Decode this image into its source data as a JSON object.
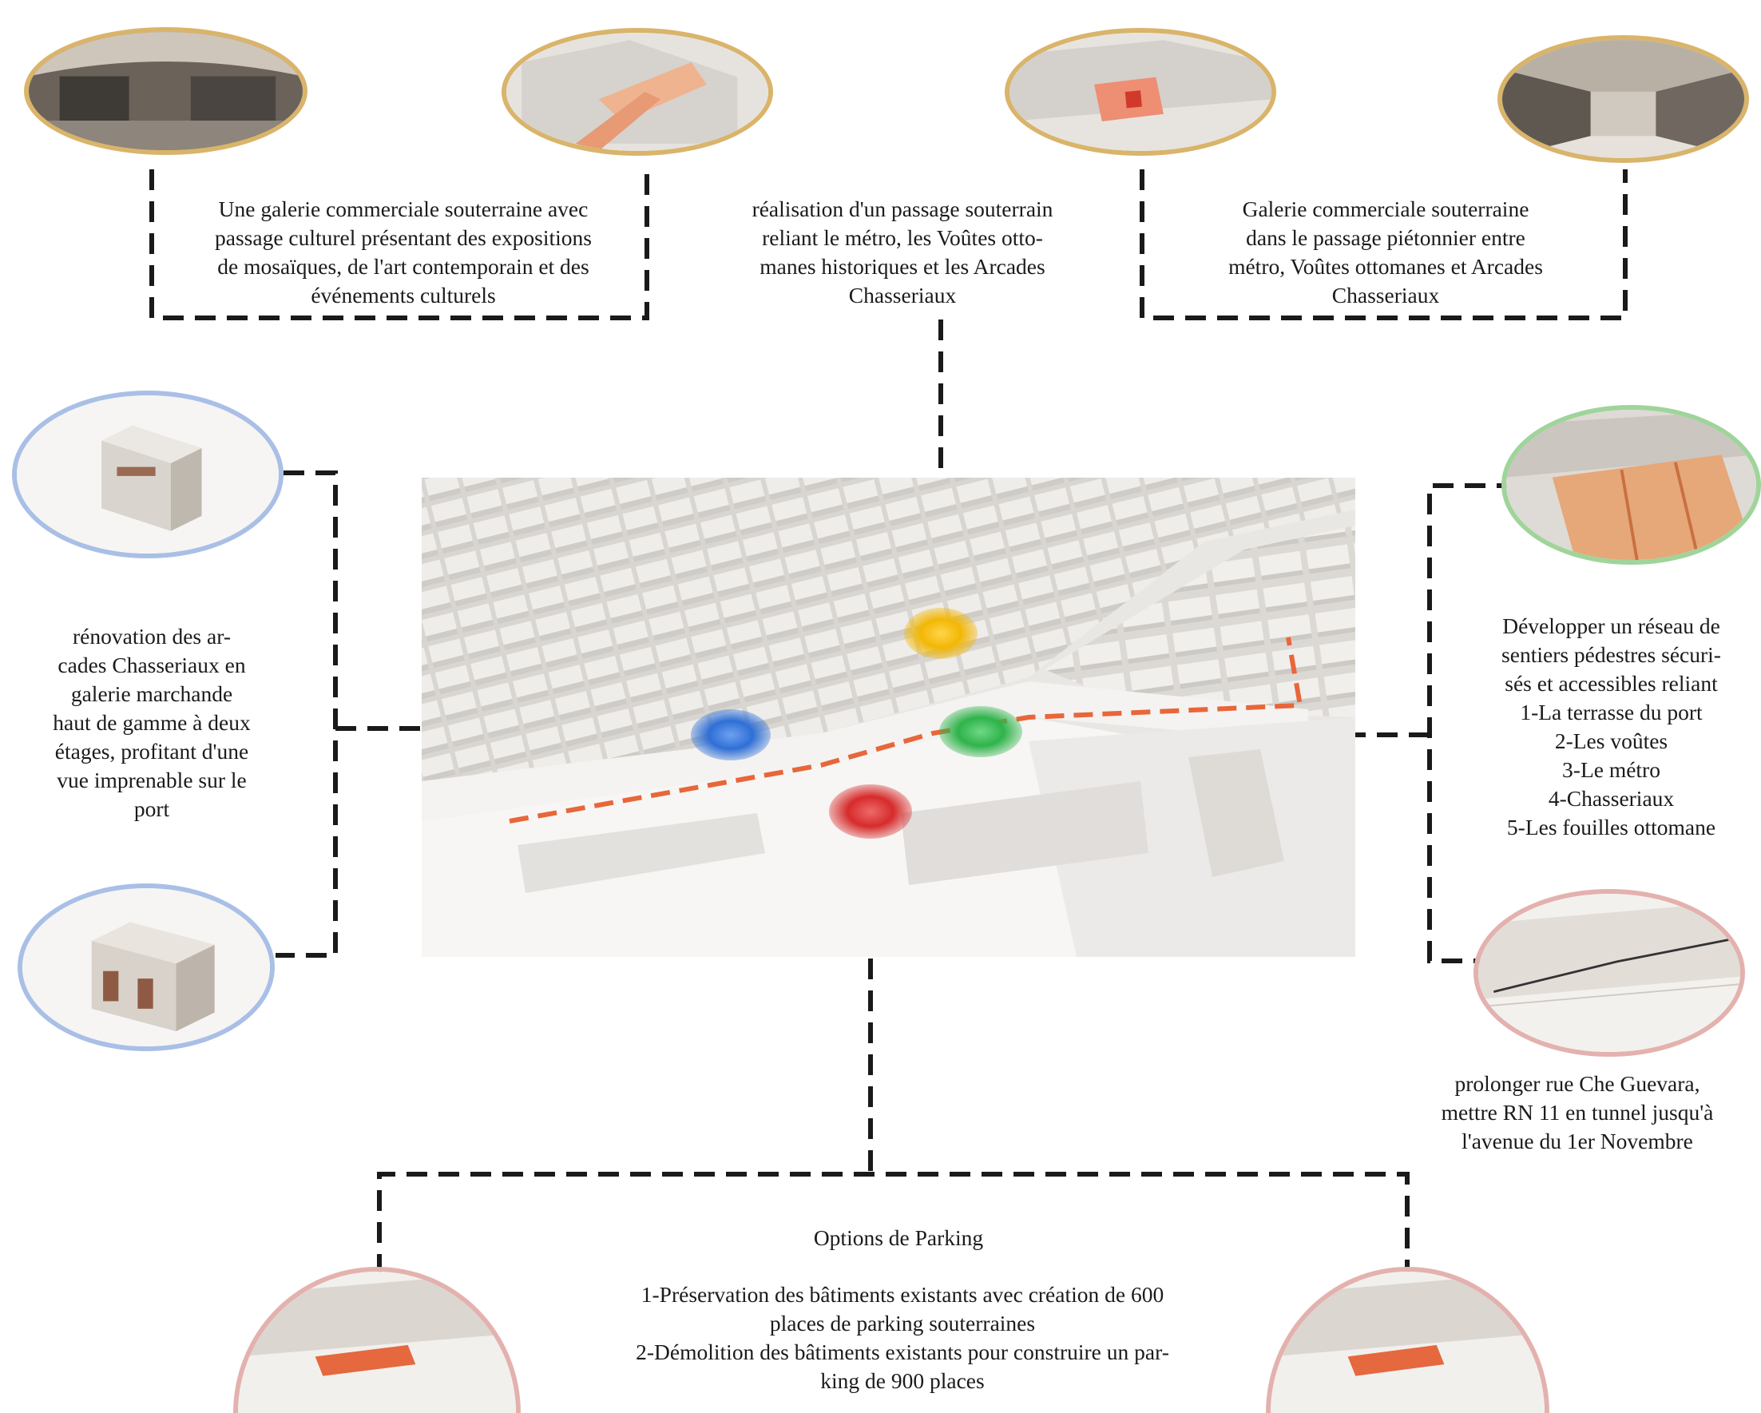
{
  "top_captions": {
    "left": [
      "Une galerie commerciale souterraine avec",
      "passage culturel présentant des expositions",
      "de mosaïques, de l'art contemporain et des",
      "événements culturels"
    ],
    "center": [
      "réalisation d'un passage souterrain",
      "reliant le métro, les Voûtes otto-",
      "manes historiques et les Arcades",
      "Chasseriaux"
    ],
    "right": [
      "Galerie commerciale souterraine",
      "dans le passage piétonnier entre",
      "métro, Voûtes ottomanes et Arcades",
      "Chasseriaux"
    ]
  },
  "left_caption": [
    "rénovation des ar-",
    "cades Chasseriaux en",
    "galerie marchande",
    "haut de gamme à deux",
    "étages, profitant d'une",
    "vue imprenable sur le",
    "port"
  ],
  "right_caption": [
    "Développer un réseau de",
    "sentiers pédestres sécuri-",
    "sés et accessibles reliant",
    "1-La terrasse du port",
    "2-Les voûtes",
    "3-Le métro",
    "4-Chasseriaux",
    "5-Les fouilles ottomane"
  ],
  "right_bottom_caption": [
    "prolonger rue Che Guevara,",
    "mettre RN 11 en tunnel jusqu'à",
    "l'avenue du 1er Novembre"
  ],
  "parking": {
    "title": "Options de Parking",
    "lines": [
      "1-Préservation des bâtiments existants avec création de 600",
      "places de parking souterraines",
      "2-Démolition des bâtiments existants pour construire un par-",
      "king de 900 places"
    ]
  },
  "colors": {
    "connector": "#1a1a1a",
    "marker_yellow": "#f2b705",
    "marker_blue": "#2f6fd6",
    "marker_green": "#2fb34a",
    "marker_red": "#d62b2b",
    "path_orange": "#e8663a",
    "ring_gold": "#d9b46a",
    "ring_blue": "#a9bfe6",
    "ring_green": "#9fd49a",
    "ring_pink": "#e3b2ae"
  }
}
